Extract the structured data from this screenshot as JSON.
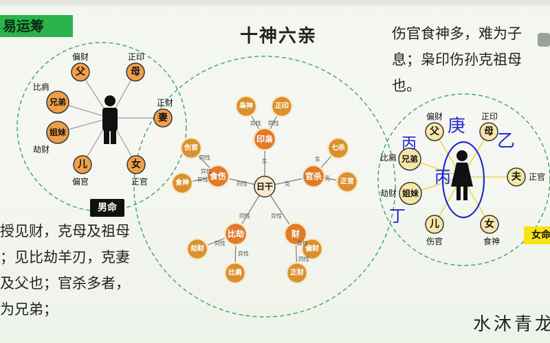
{
  "brand": "易运筹",
  "title": "十神六亲",
  "right_text": "伤官食神多，难为子\n息；枭印伤孙克祖母\n也。",
  "left_text": "授见财，克母及祖母\n；见比劫羊刃，克妻\n及父也；官杀多者，\n为兄弟；",
  "signature": "水沐青龙",
  "male_label": "男命",
  "female_label": "女命",
  "male": {
    "nodes": [
      {
        "text": "父",
        "role": "偏财"
      },
      {
        "text": "母",
        "role": "正印"
      },
      {
        "text": "妻",
        "role": "正财"
      },
      {
        "text": "女",
        "role": "正官"
      },
      {
        "text": "儿",
        "role": "偏官"
      },
      {
        "text": "姐妹",
        "role": "劫财"
      },
      {
        "text": "兄弟",
        "role": "比肩"
      }
    ]
  },
  "center": {
    "hub": "日干",
    "nodes": [
      {
        "text": "印枭"
      },
      {
        "text": "官杀"
      },
      {
        "text": "财"
      },
      {
        "text": "比劫"
      },
      {
        "text": "食伤"
      },
      {
        "text": "枭神"
      },
      {
        "text": "正印"
      },
      {
        "text": "七杀"
      },
      {
        "text": "正官"
      },
      {
        "text": "偏财"
      },
      {
        "text": "正财"
      },
      {
        "text": "比肩"
      },
      {
        "text": "劫财"
      },
      {
        "text": "食神"
      },
      {
        "text": "伤官"
      }
    ],
    "edge_labels": [
      "异性",
      "同性",
      "生",
      "克",
      "生",
      "克",
      "异性",
      "同性",
      "同性",
      "异性",
      "异性",
      "同性",
      "异性",
      "同性",
      "异性",
      "同性"
    ]
  },
  "female": {
    "nodes": [
      {
        "text": "父",
        "role": "偏财"
      },
      {
        "text": "母",
        "role": "正印"
      },
      {
        "text": "夫",
        "role": "正官"
      },
      {
        "text": "女",
        "role": "食神"
      },
      {
        "text": "儿",
        "role": "伤官"
      },
      {
        "text": "姐妹",
        "role": "劫财"
      },
      {
        "text": "兄弟",
        "role": "比肩"
      }
    ],
    "handwriting": [
      "庚",
      "乙",
      "丙",
      "丙",
      "丁"
    ]
  },
  "colors": {
    "node_fill": "#f0a04a",
    "node_fill_pale": "#f6e7a8",
    "node_stroke": "#333333",
    "dashed_circle": "#3aa06a",
    "handwriting": "#1f2bd0",
    "female_lines": "#e8d84a"
  }
}
